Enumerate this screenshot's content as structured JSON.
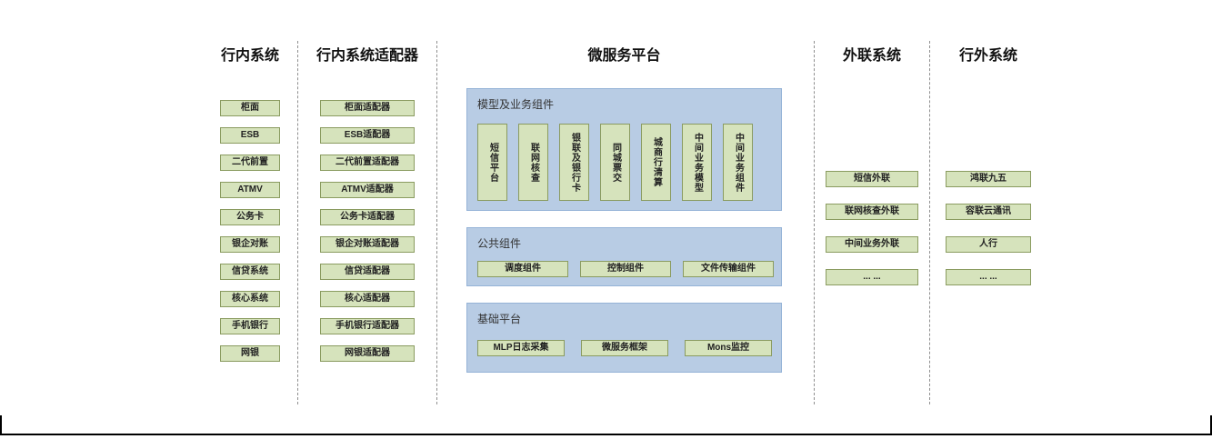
{
  "columns": {
    "internal": {
      "title": "行内系统",
      "items": [
        "柜面",
        "ESB",
        "二代前置",
        "ATMV",
        "公务卡",
        "银企对账",
        "信贷系统",
        "核心系统",
        "手机银行",
        "网银"
      ]
    },
    "adapters": {
      "title": "行内系统适配器",
      "items": [
        "柜面适配器",
        "ESB适配器",
        "二代前置适配器",
        "ATMV适配器",
        "公务卡适配器",
        "银企对账适配器",
        "信贷适配器",
        "核心适配器",
        "手机银行适配器",
        "网银适配器"
      ]
    },
    "platform": {
      "title": "微服务平台",
      "sections": [
        {
          "label": "模型及业务组件",
          "items": [
            "短信平台",
            "联网核查",
            "银联及银行卡",
            "同城票交",
            "城商行清算",
            "中间业务模型",
            "中间业务组件"
          ]
        },
        {
          "label": "公共组件",
          "items": [
            "调度组件",
            "控制组件",
            "文件传输组件"
          ]
        },
        {
          "label": "基础平台",
          "items": [
            "MLP日志采集",
            "微服务框架",
            "Mons监控"
          ]
        }
      ]
    },
    "external_link": {
      "title": "外联系统",
      "items": [
        "短信外联",
        "联网核查外联",
        "中间业务外联",
        "... ..."
      ]
    },
    "external": {
      "title": "行外系统",
      "items": [
        "鸿联九五",
        "容联云通讯",
        "人行",
        "... ..."
      ]
    }
  },
  "colors": {
    "box_fill": "#d6e3bc",
    "box_border": "#8a9b60",
    "panel_fill": "#b8cce4",
    "panel_border": "#95b3d7"
  }
}
